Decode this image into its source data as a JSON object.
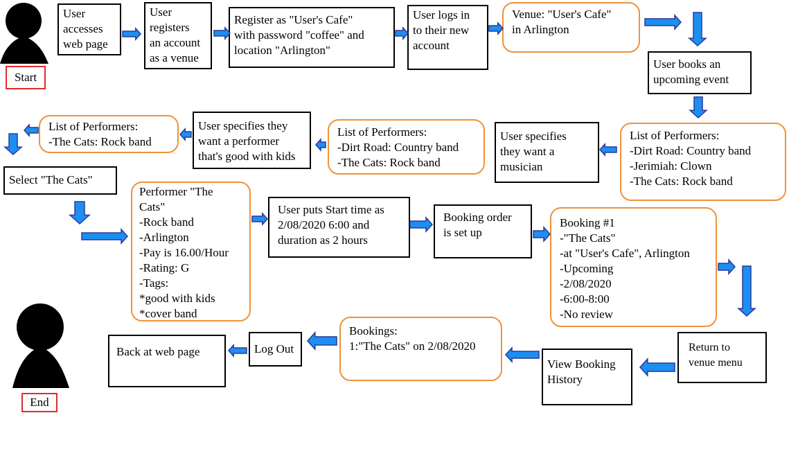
{
  "start_label": "Start",
  "end_label": "End",
  "steps": {
    "access": "User\naccesses\nweb page",
    "register": "User\nregisters\nan account\nas a venue",
    "register_details": "Register as \"User's Cafe\"\nwith password \"coffee\" and\nlocation \"Arlington\"",
    "login": "User logs in\nto their new\naccount",
    "venue": "Venue: \"User's Cafe\"\nin Arlington",
    "book_event": "User books an\nupcoming event",
    "list_all": "List of Performers:\n-Dirt Road: Country band\n-Jerimiah: Clown\n-The Cats: Rock band",
    "want_musician": "User specifies\nthey want a\nmusician",
    "list_musicians": "List of Performers:\n-Dirt Road: Country band\n-The Cats: Rock band",
    "want_kids": "User specifies they\nwant a performer\nthat's good with kids",
    "list_kids": "List of Performers:\n-The Cats: Rock band",
    "select": "Select \"The Cats\"",
    "performer": "Performer \"The\nCats\"\n-Rock band\n-Arlington\n-Pay is 16.00/Hour\n -Rating: G\n-Tags:\n*good with kids\n*cover band",
    "start_time": "User puts Start time as\n2/08/2020 6:00 and\nduration as 2 hours",
    "order_setup": "Booking order\nis set up",
    "booking": "Booking #1\n-\"The Cats\"\n-at \"User's Cafe\", Arlington\n-Upcoming\n-2/08/2020\n-6:00-8:00\n-No review",
    "return_menu": "Return to\nvenue menu",
    "view_history": "View Booking\nHistory",
    "bookings": "Bookings:\n1:\"The Cats\" on 2/08/2020",
    "logout": "Log Out",
    "back": "Back at web page"
  },
  "colors": {
    "arrow_fill": "#1d8ff0",
    "arrow_stroke": "#2a3a9a",
    "round_border": "#f0913a",
    "label_border": "#e32a2a"
  }
}
